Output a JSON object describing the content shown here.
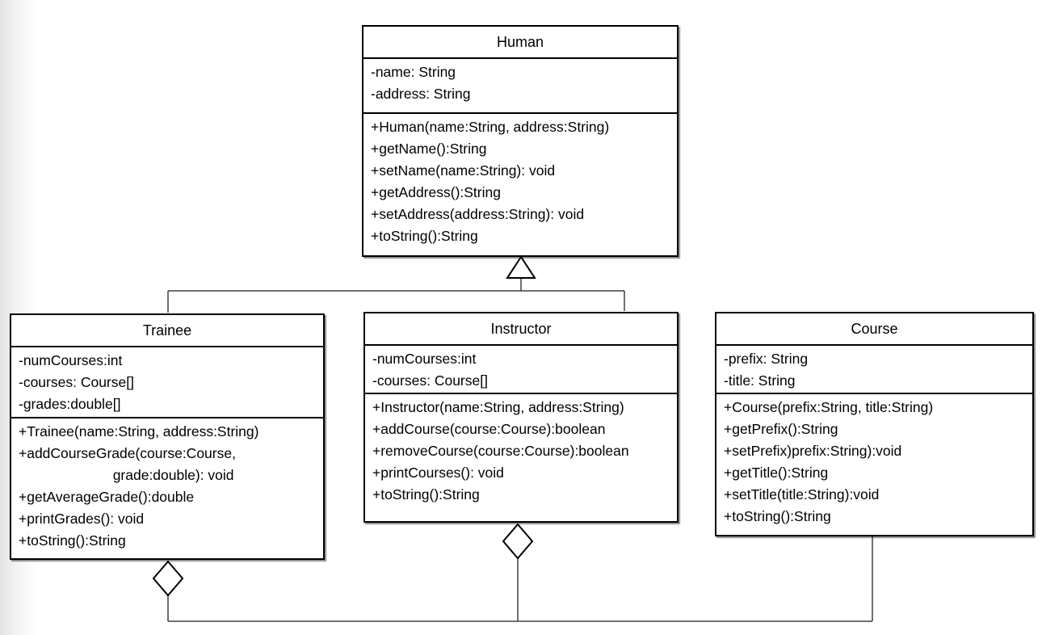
{
  "diagram": {
    "kind": "uml-class-diagram",
    "classes": {
      "human": {
        "name": "Human",
        "attributes": [
          "-name: String",
          "-address: String"
        ],
        "methods": [
          "+Human(name:String, address:String)",
          "+getName():String",
          "+setName(name:String): void",
          "+getAddress():String",
          "+setAddress(address:String): void",
          "+toString():String"
        ]
      },
      "trainee": {
        "name": "Trainee",
        "attributes": [
          "-numCourses:int",
          "-courses: Course[]",
          "-grades:double[]"
        ],
        "methods": [
          "+Trainee(name:String, address:String)",
          "+addCourseGrade(course:Course,",
          "                        grade:double): void",
          "+getAverageGrade():double",
          "+printGrades(): void",
          "+toString():String"
        ]
      },
      "instructor": {
        "name": "Instructor",
        "attributes": [
          "-numCourses:int",
          "-courses: Course[]"
        ],
        "methods": [
          "+Instructor(name:String, address:String)",
          "+addCourse(course:Course):boolean",
          "+removeCourse(course:Course):boolean",
          "+printCourses(): void",
          "+toString():String"
        ]
      },
      "course": {
        "name": "Course",
        "attributes": [
          "-prefix: String",
          "-title: String"
        ],
        "methods": [
          "+Course(prefix:String, title:String)",
          "+getPrefix():String",
          "+setPrefix)prefix:String):void",
          "+getTitle():String",
          "+setTitle(title:String):void",
          "+toString():String"
        ]
      }
    },
    "relationships": [
      {
        "type": "generalization",
        "from": "Trainee",
        "to": "Human"
      },
      {
        "type": "generalization",
        "from": "Instructor",
        "to": "Human"
      },
      {
        "type": "aggregation",
        "owner": "Trainee",
        "part": "Course"
      },
      {
        "type": "aggregation",
        "owner": "Instructor",
        "part": "Course"
      }
    ],
    "colors": {
      "box_fill": "#ffffff",
      "box_border": "#000000",
      "connector": "#404040"
    }
  }
}
